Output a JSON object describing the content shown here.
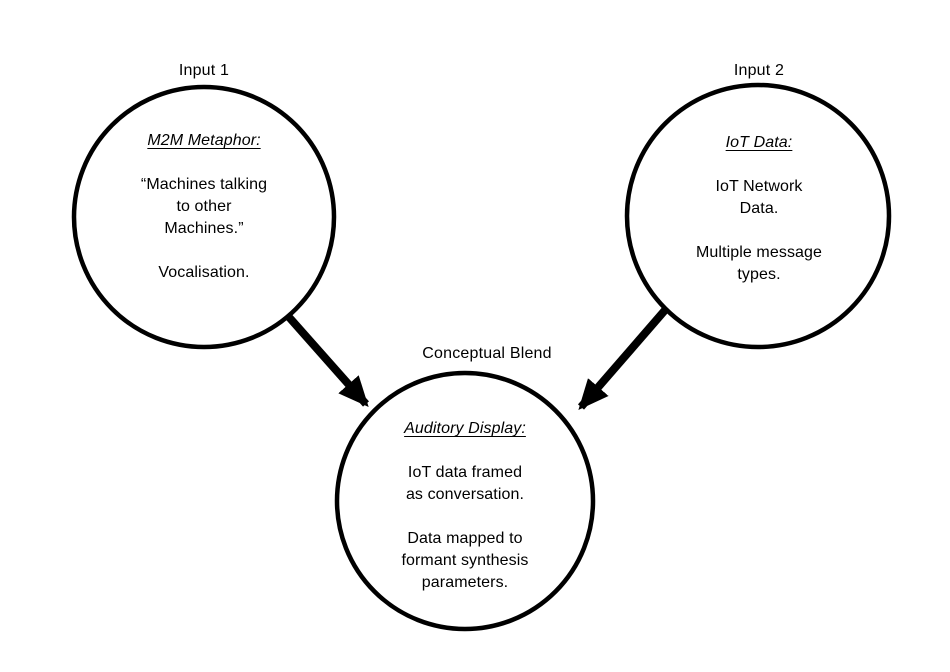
{
  "colors": {
    "background": "#ffffff",
    "ink": "#000000"
  },
  "nodes": {
    "input1": {
      "title": "Input 1",
      "heading": "M2M Metaphor:",
      "para1": "“Machines talking\nto other\nMachines.”",
      "para2": "Vocalisation."
    },
    "input2": {
      "title": "Input 2",
      "heading": "IoT Data:",
      "para1": "IoT Network\nData.",
      "para2": "Multiple message\ntypes."
    },
    "blend": {
      "title": "Conceptual Blend",
      "heading": "Auditory Display:",
      "para1": "IoT data framed\nas conversation.",
      "para2": "Data mapped to\nformant synthesis\nparameters."
    }
  }
}
